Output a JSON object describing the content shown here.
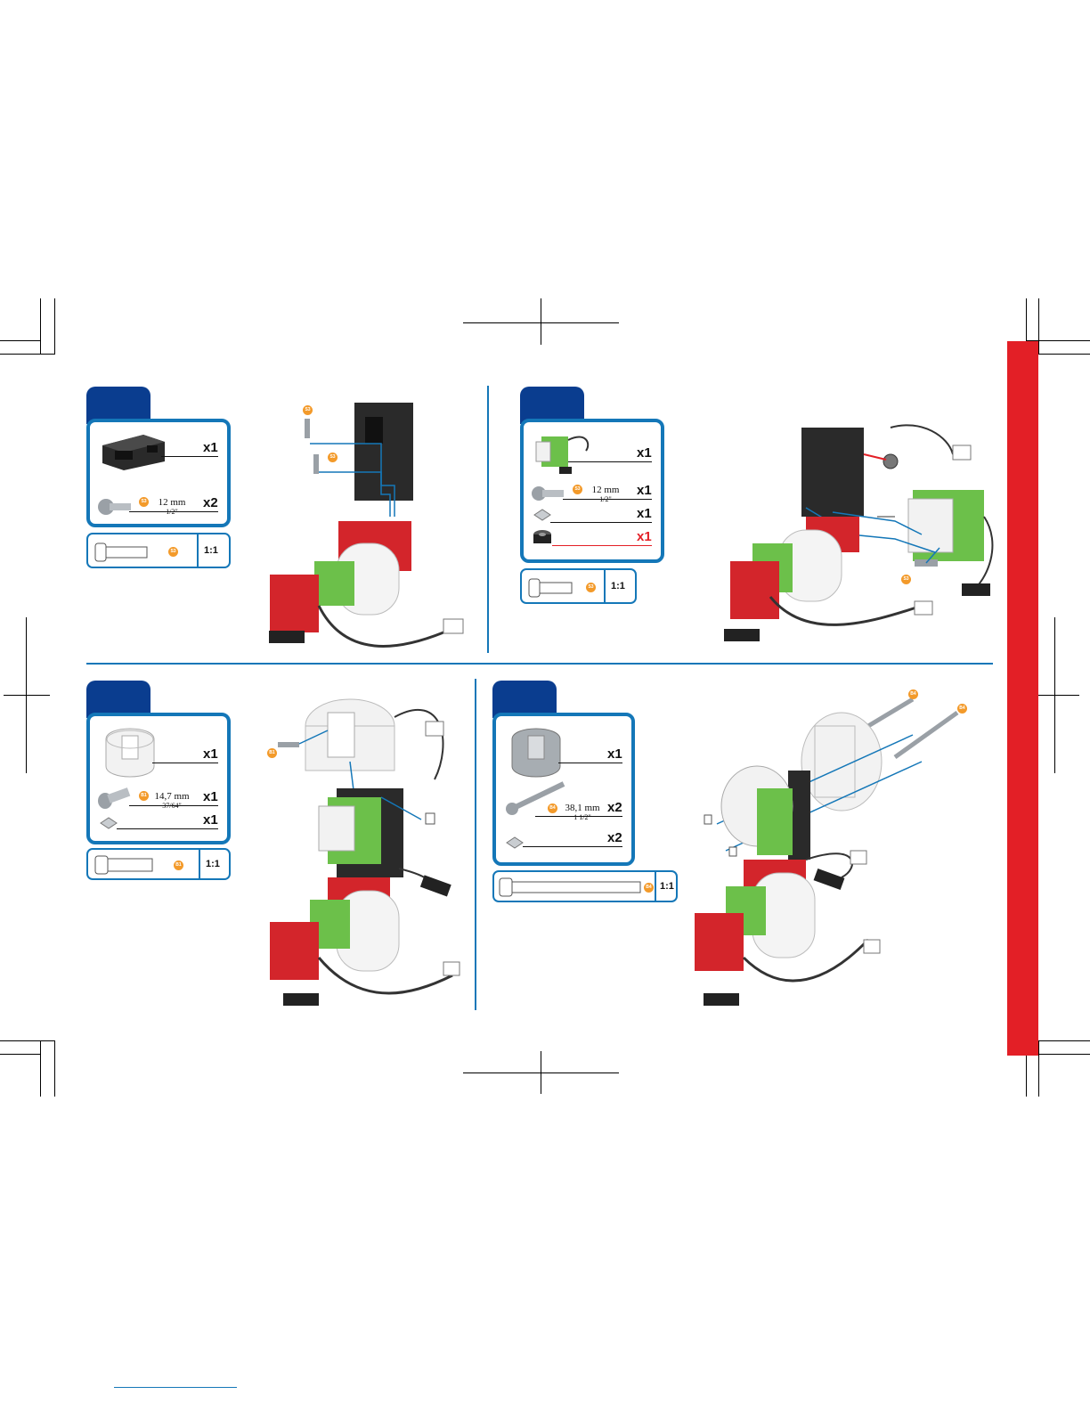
{
  "colors": {
    "panel_blue": "#1477b8",
    "tab_navy": "#0a3d8f",
    "accent_red": "#e31f26",
    "badge_orange": "#f39a2a"
  },
  "steps": [
    {
      "parts": [
        {
          "icon": "black-bracket-icon",
          "qty": "x1"
        },
        {
          "icon": "screw-icon",
          "badge": "S3",
          "mm": "12 mm",
          "inch": "1/2\"",
          "qty": "x2"
        }
      ],
      "scale": {
        "badge": "S3",
        "ratio": "1:1"
      },
      "callouts": [
        "S3",
        "S3"
      ]
    },
    {
      "parts": [
        {
          "icon": "servo-icon",
          "qty": "x1"
        },
        {
          "icon": "screw-icon",
          "badge": "S3",
          "mm": "12 mm",
          "inch": "1/2\"",
          "qty": "x1"
        },
        {
          "icon": "square-nut-icon",
          "qty": "x1"
        },
        {
          "icon": "lock-nut-icon",
          "qty": "x1"
        }
      ],
      "scale": {
        "badge": "S3",
        "ratio": "1:1"
      },
      "callouts": [
        "S3"
      ]
    },
    {
      "parts": [
        {
          "icon": "white-hub-icon",
          "qty": "x1"
        },
        {
          "icon": "screw-icon",
          "badge": "B1",
          "mm": "14,7 mm",
          "inch": "37/64\"",
          "qty": "x1"
        },
        {
          "icon": "square-nut-icon",
          "qty": "x1"
        }
      ],
      "scale": {
        "badge": "B1",
        "ratio": "1:1"
      },
      "callouts": [
        "B1"
      ]
    },
    {
      "parts": [
        {
          "icon": "grey-hub-icon",
          "qty": "x1"
        },
        {
          "icon": "long-bolt-icon",
          "badge": "B4",
          "mm": "38,1 mm",
          "inch": "1 1/2\"",
          "qty": "x2"
        },
        {
          "icon": "square-nut-icon",
          "qty": "x2"
        }
      ],
      "scale": {
        "badge": "B4",
        "ratio": "1:1"
      },
      "callouts": [
        "B4",
        "B4"
      ]
    }
  ]
}
